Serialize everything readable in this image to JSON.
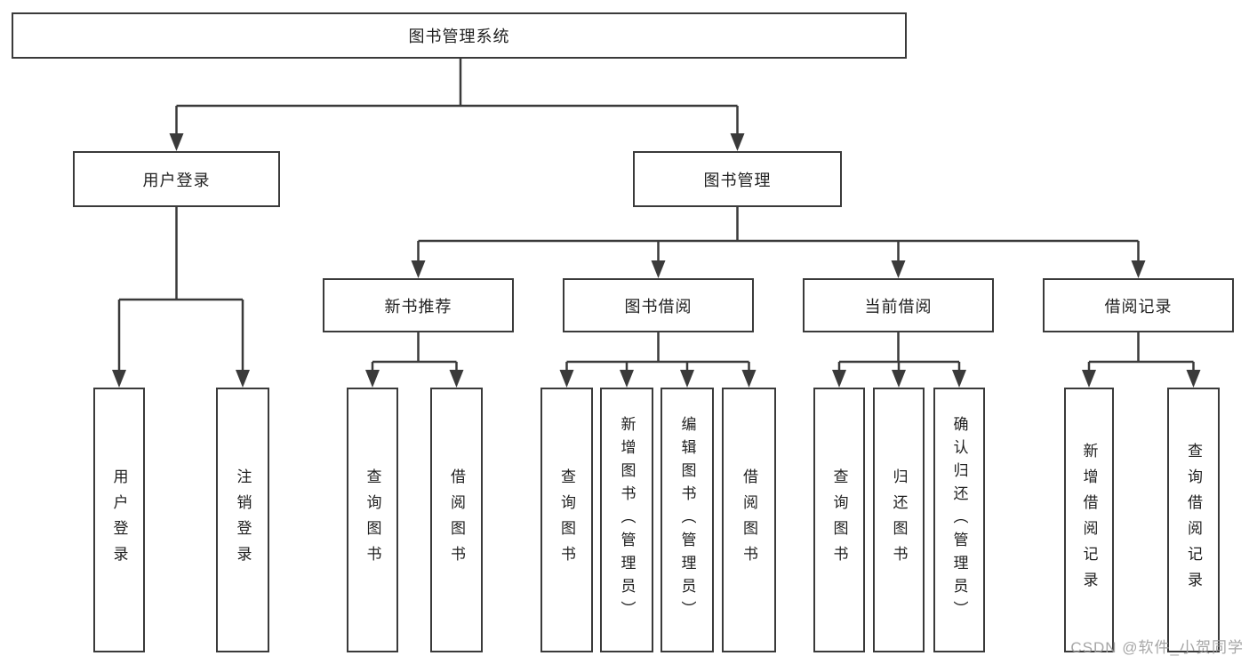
{
  "nodes": {
    "root": "图书管理系统",
    "user_login": "用户登录",
    "book_mgmt": "图书管理",
    "new_book_rec": "新书推荐",
    "book_borrow": "图书借阅",
    "current_borrow": "当前借阅",
    "borrow_record": "借阅记录",
    "leaf_login": "用户登录",
    "leaf_logout": "注销登录",
    "rec_query_book": "查询图书",
    "rec_borrow_book": "借阅图书",
    "bb_query_book": "查询图书",
    "bb_add_book": "新增图书（管理员）",
    "bb_edit_book": "编辑图书（管理员）",
    "bb_borrow_book": "借阅图书",
    "cb_query_book": "查询图书",
    "cb_return_book": "归还图书",
    "cb_confirm_return": "确认归还（管理员）",
    "br_add_record": "新增借阅记录",
    "br_query_record": "查询借阅记录"
  },
  "watermark": "CSDN @软件_小贺同学",
  "colors": {
    "line": "#3a3a3a",
    "text": "#1f1f1f",
    "background": "#ffffff",
    "watermark": "#9e9e9e"
  }
}
